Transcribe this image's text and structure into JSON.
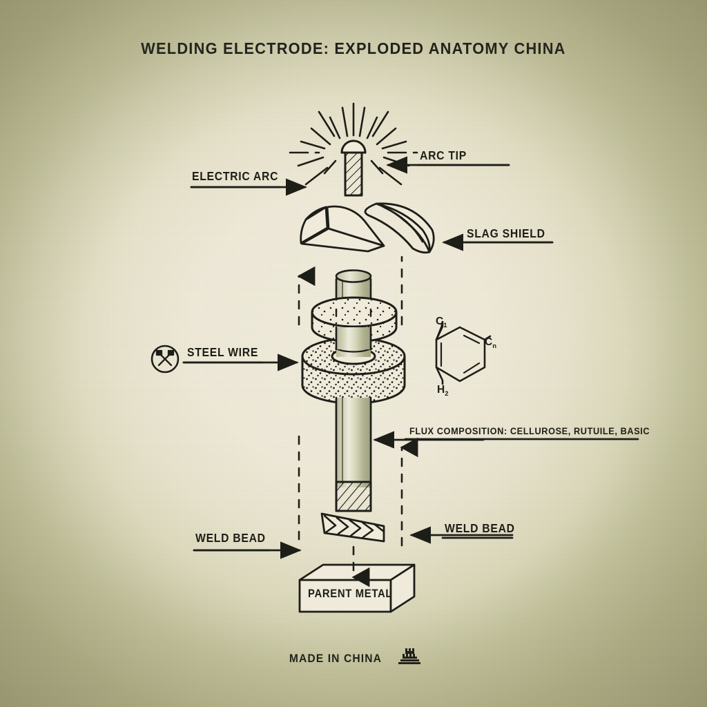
{
  "document": {
    "title": "WELDING ELECTRODE: EXPLODED ANATOMY CHINA",
    "footer_text": "MADE IN CHINA",
    "footer_icon": "great-wall-tower-icon",
    "style": "vintage technical exploded diagram on aged paper"
  },
  "colors": {
    "paper_center": "#efead9",
    "paper_edge": "#bebd95",
    "ink": "#1d1e18",
    "steel_core": "#aeb08e",
    "steel_core_highlight": "#e9e7d2",
    "flux_fill": "#efead9"
  },
  "callouts": [
    {
      "id": "electric-arc",
      "label": "ELECTRIC ARC",
      "side": "left",
      "arrow": "right"
    },
    {
      "id": "arc-tip",
      "label": "ARC TIP",
      "side": "right",
      "arrow": "left"
    },
    {
      "id": "slag-shield",
      "label": "SLAG SHIELD",
      "side": "right",
      "arrow": "left"
    },
    {
      "id": "steel-wire",
      "label": "STEEL WIRE",
      "side": "left",
      "arrow": "right",
      "icon": "crossed-hammers-badge-icon"
    },
    {
      "id": "flux-composition",
      "label": "FLUX COMPOSITION: CELLUROSE, RUTUILE, BASIC",
      "side": "right",
      "arrow": "left"
    },
    {
      "id": "weld-bead-left",
      "label": "WELD BEAD",
      "side": "left",
      "arrow": "right"
    },
    {
      "id": "weld-bead-right",
      "label": "WELD BEAD",
      "side": "right",
      "arrow": "left"
    }
  ],
  "parts": {
    "arc_tip": "dome-capped hatched electrode tip with radiating arc rays",
    "slag_shield": "two curved shell fragments",
    "flux_rings": "two stippled annular flux coating rings",
    "steel_wire": "vertical shaded cylindrical core rod",
    "electrode_tip": "hatched lower tip of core",
    "weld_bead": "chevron-patterned bead wedge",
    "parent_metal_label": "PARENT METAL"
  },
  "chem_structure": {
    "type": "benzene-ring",
    "labels": {
      "top": "C",
      "top_sub": "1",
      "right": "C",
      "right_sub": "n",
      "bottom": "H",
      "bottom_sub": "2"
    }
  }
}
